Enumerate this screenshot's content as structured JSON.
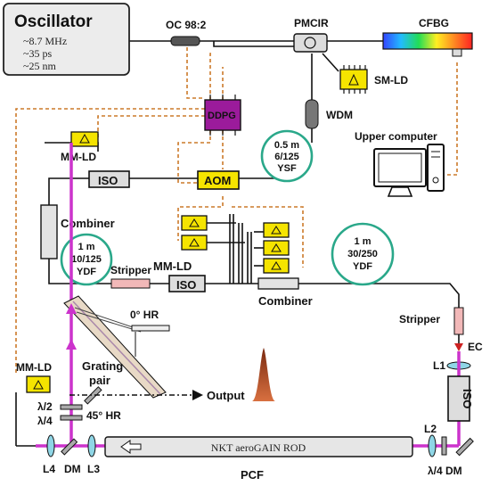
{
  "oscillator": {
    "title": "Oscillator",
    "specs": [
      "~8.7 MHz",
      "~35 ps",
      "~25 nm"
    ]
  },
  "labels": {
    "oc": "OC 98:2",
    "pmcir": "PMCIR",
    "cfbg": "CFBG",
    "sm_ld": "SM-LD",
    "wdm": "WDM",
    "ddpg": "DDPG",
    "mm_ld_top": "MM-LD",
    "iso": "ISO",
    "aom": "AOM",
    "ysf": [
      "0.5 m",
      "6/125",
      "YSF"
    ],
    "upper_computer": "Upper computer",
    "combiner_left": "Combiner",
    "ydf1": [
      "1 m",
      "10/125",
      "YDF"
    ],
    "stripper_1": "Stripper",
    "mm_ld_mid": "MM-LD",
    "combiner_mid": "Combiner",
    "ydf2": [
      "1 m",
      "30/250",
      "YDF"
    ],
    "stripper_2": "Stripper",
    "ec": "EC",
    "l1": "L1",
    "hr0": "0° HR",
    "grating_pair": [
      "Grating",
      "pair"
    ],
    "hr45": "45° HR",
    "output": "Output",
    "mm_ld_bottom": "MM-LD",
    "lambda2": "λ/2",
    "lambda4": "λ/4",
    "l4": "L4",
    "dm_left": "DM",
    "l3": "L3",
    "rod": "NKT aeroGAIN ROD",
    "l2": "L2",
    "lambda4_dm": "λ/4 DM",
    "pcf": "PCF"
  },
  "colors": {
    "fiber": "#111111",
    "control_line": "#cc7a2a",
    "ddpg": "#9b1b9b",
    "laser_diode": "#f5e400",
    "fiber_loop": "#2aa88a",
    "beam": "#cc33cc",
    "output_pulse": "#b5502a"
  }
}
